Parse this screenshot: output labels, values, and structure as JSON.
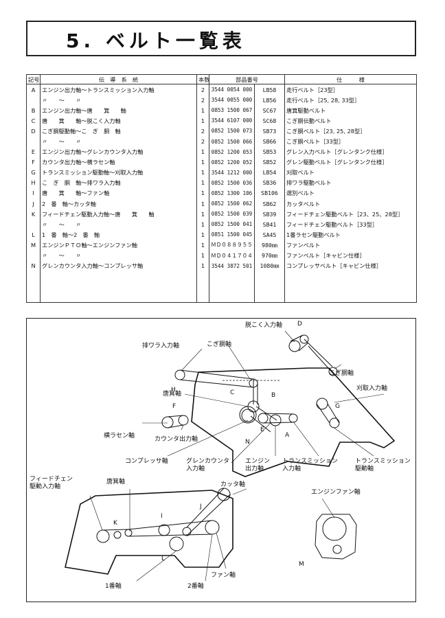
{
  "title": "5. ベルト一覧表",
  "table": {
    "headers": [
      "記号",
      "伝　導　系　統",
      "本数",
      "部品番号",
      "仕　　　様"
    ],
    "rows": [
      {
        "sym": "A",
        "path": "エンジン出力軸～トランスミッション入力軸",
        "qty": "2",
        "part": "3544 0054 000",
        "code": "LB58",
        "spec": "走行ベルト［23型］"
      },
      {
        "sym": "",
        "path": "〃　　～　　〃",
        "qty": "2",
        "part": "3544 0055 000",
        "code": "LB56",
        "spec": "走行ベルト［25, 28, 33型］"
      },
      {
        "sym": "B",
        "path": "エンジン出力軸～唐　　箕　　軸",
        "qty": "1",
        "part": "0853 1500 067",
        "code": "SC67",
        "spec": "唐箕駆動ベルト"
      },
      {
        "sym": "C",
        "path": "唐　　箕　　軸～脱こく入力軸",
        "qty": "1",
        "part": "3544 6107 000",
        "code": "SC68",
        "spec": "こぎ胴伝動ベルト"
      },
      {
        "sym": "D",
        "path": "こぎ胴駆動軸～こ　ぎ　胴　軸",
        "qty": "2",
        "part": "0852 1500 073",
        "code": "SB73",
        "spec": "こぎ胴ベルト［23, 25, 28型］"
      },
      {
        "sym": "",
        "path": "〃　　～　　〃",
        "qty": "2",
        "part": "0852 1500 066",
        "code": "SB66",
        "spec": "こぎ胴ベルト［33型］"
      },
      {
        "sym": "E",
        "path": "エンジン出力軸～グレンカウンタ入力軸",
        "qty": "1",
        "part": "0852 1200 053",
        "code": "SB53",
        "spec": "グレン入力ベルト［グレンタンク仕様］"
      },
      {
        "sym": "F",
        "path": "カウンタ出力軸～横ラセン軸",
        "qty": "1",
        "part": "0852 1200 052",
        "code": "SB52",
        "spec": "グレン駆動ベルト［グレンタンク仕様］"
      },
      {
        "sym": "G",
        "path": "トランスミッション駆動軸～刈取入力軸",
        "qty": "1",
        "part": "3544 1212 000",
        "code": "LB54",
        "spec": "刈取ベルト"
      },
      {
        "sym": "H",
        "path": "こ　ぎ　胴　軸～排ワラ入力軸",
        "qty": "1",
        "part": "0852 1500 036",
        "code": "SB36",
        "spec": "排ワラ駆動ベルト"
      },
      {
        "sym": "I",
        "path": "唐　　箕　　軸～ファン軸",
        "qty": "1",
        "part": "0852 1300 106",
        "code": "SB106",
        "spec": "選別ベルト"
      },
      {
        "sym": "J",
        "path": "2　番　軸～カッタ軸",
        "qty": "1",
        "part": "0852 1500 062",
        "code": "SB62",
        "spec": "カッタベルト"
      },
      {
        "sym": "K",
        "path": "フィードチェン駆動入力軸～唐　　箕　　軸",
        "qty": "1",
        "part": "0852 1500 039",
        "code": "SB39",
        "spec": "フィードチェン駆動ベルト［23、25、28型］"
      },
      {
        "sym": "",
        "path": "〃　　～　　〃",
        "qty": "1",
        "part": "0852 1500 041",
        "code": "SB41",
        "spec": "フィードチェン駆動ベルト［33型］"
      },
      {
        "sym": "L",
        "path": "1　番　軸～2　番　軸",
        "qty": "1",
        "part": "0851 1500 045",
        "code": "SA45",
        "spec": "1番ラセン駆動ベルト"
      },
      {
        "sym": "M",
        "path": "エンジンＰＴＯ軸～エンジンファン軸",
        "qty": "1",
        "part": "ＭＤ０８８９５５",
        "code": "980㎜",
        "spec": "ファンベルト"
      },
      {
        "sym": "",
        "path": "〃　　～　　〃",
        "qty": "1",
        "part": "ＭＤ０４１７０４",
        "code": "970㎜",
        "spec": "ファンベルト［キャビン仕様］"
      },
      {
        "sym": "N",
        "path": "グレンカウンタ入力軸～コンプレッサ軸",
        "qty": "1",
        "part": "3544 3872 501",
        "code": "1080㎜",
        "spec": "コンプレッサベルト［キャビン仕様］"
      },
      {
        "sym": "",
        "path": "",
        "qty": "",
        "part": "",
        "code": "",
        "spec": ""
      },
      {
        "sym": "",
        "path": "",
        "qty": "",
        "part": "",
        "code": "",
        "spec": ""
      },
      {
        "sym": "",
        "path": "",
        "qty": "",
        "part": "",
        "code": "",
        "spec": ""
      }
    ]
  },
  "diagram_labels": {
    "datsukoku_in": "脱こく入力軸",
    "haiwara_in": "排ワラ入力軸",
    "kogido_jiku": "こぎ胴軸",
    "kogido_label": "こぎ胴軸",
    "karitori_in": "刈取入力軸",
    "tomi_jiku": "唐箕軸",
    "yoko_rasen": "横ラセン軸",
    "counter_out": "カウンタ出力軸",
    "compressor": "コンプレッサ軸",
    "grain_counter_in": "グレンカウンタ\n入力軸",
    "engine_out": "エンジン\n出力軸",
    "trans_in": "トランスミッション\n入力軸",
    "trans_drive": "トランスミッション\n駆動軸",
    "feed_chain": "フィードチェン\n駆動入力軸",
    "tomi_jiku2": "唐箕軸",
    "cutter": "カッタ軸",
    "engine_fan": "エンジンファン軸",
    "fan": "ファン軸",
    "ichiban": "1番軸",
    "niban": "2番軸"
  },
  "diagram_letters": [
    "A",
    "B",
    "C",
    "D",
    "E",
    "F",
    "G",
    "H",
    "I",
    "J",
    "K",
    "L",
    "M",
    "N"
  ]
}
